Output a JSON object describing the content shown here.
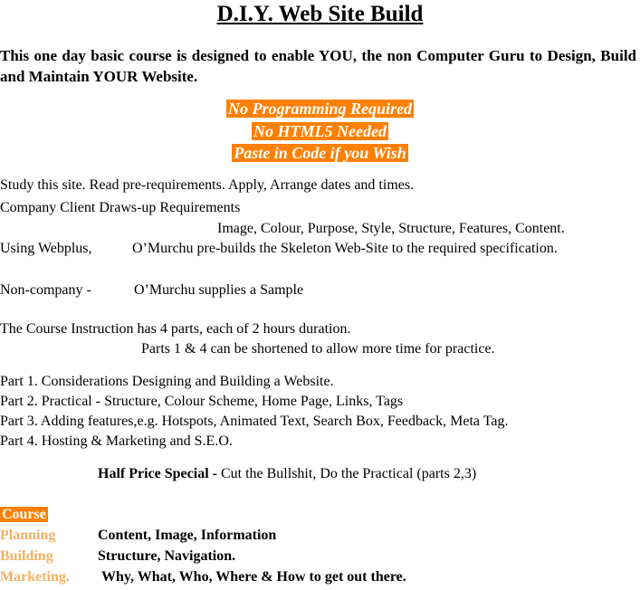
{
  "title": "D.I.Y. Web Site Build",
  "intro": "This one day basic course is designed to enable YOU, the non Computer Guru to Design, Build and Maintain YOUR Website.",
  "highlights": [
    "No Programming Required",
    "No HTML5 Needed",
    "Paste in Code if you Wish"
  ],
  "lines": {
    "study": "Study this site. Read pre-requirements. Apply, Arrange dates and times.",
    "company_client": "Company Client Draws-up Requirements",
    "requirements": "Image, Colour, Purpose, Style, Structure, Features, Content.",
    "using_webplus": "Using Webplus,",
    "prebuilds": "O’Murchu pre-builds the Skeleton Web-Site to the required specification.",
    "non_company": "Non-company -",
    "supplies_sample": "O’Murchu supplies a Sample",
    "course_instruction": "The Course Instruction has 4 parts, each of 2 hours duration.",
    "parts_shortened": "Parts 1 & 4 can be shortened to allow more time for practice."
  },
  "parts": [
    "Part 1. Considerations Designing and Building a Website.",
    "Part 2. Practical - Structure, Colour Scheme, Home Page, Links, Tags",
    "Part 3. Adding features,e.g. Hotspots, Animated Text, Search Box, Feedback, Meta Tag.",
    "Part 4. Hosting & Marketing and S.E.O."
  ],
  "special": {
    "label": "Half Price Special -",
    "text": " Cut the Bullshit, Do the Practical (parts 2,3)"
  },
  "course": {
    "heading": "Course",
    "rows": [
      {
        "term": "Planning",
        "desc": "Content, Image, Information"
      },
      {
        "term": "Building",
        "desc": "Structure, Navigation."
      },
      {
        "term": "Marketing.",
        "desc": "Why, What, Who, Where & How to get out there."
      }
    ]
  }
}
